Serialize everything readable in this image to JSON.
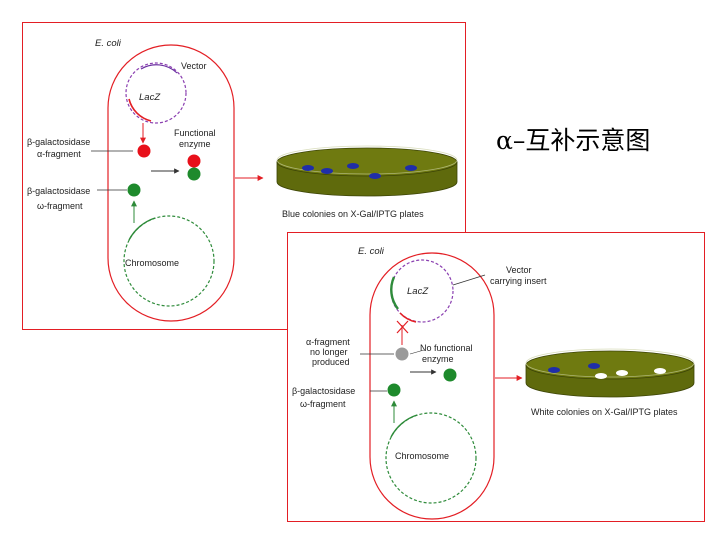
{
  "slide": {
    "title": "α–互补示意图"
  },
  "panel_a": {
    "organism": "E. coli",
    "vector_label": "Vector",
    "gene_label": "LacZ",
    "alpha_label_line1": "β-galactosidase",
    "alpha_label_line2": "α-fragment",
    "omega_label_line1": "β-galactosidase",
    "omega_label_line2": "ω-fragment",
    "enzyme_label_line1": "Functional",
    "enzyme_label_line2": "enzyme",
    "chromosome_label": "Chromosome",
    "plate_caption": "Blue colonies on X-Gal/IPTG plates",
    "colony_color": "#1f2ea8"
  },
  "panel_b": {
    "organism": "E. coli",
    "vector_label_line1": "Vector",
    "vector_label_line2": "carrying insert",
    "gene_label": "LacZ",
    "alpha_label_line1": "α-fragment",
    "alpha_label_line2": "no longer",
    "alpha_label_line3": "produced",
    "omega_label_line1": "β-galactosidase",
    "omega_label_line2": "ω-fragment",
    "enzyme_label_line1": "No functional",
    "enzyme_label_line2": "enzyme",
    "chromosome_label": "Chromosome",
    "plate_caption": "White colonies on X-Gal/IPTG plates",
    "colony_color": "#ffffff"
  },
  "colors": {
    "cell_outline": "#e31e24",
    "vector_circle": "#8a3fb0",
    "chromosome_circle": "#2e8b3a",
    "alpha_fragment": "#e8101a",
    "omega_fragment": "#1e8a2c",
    "blocked_fragment": "#9a9a9a",
    "agar": "#6f7a10",
    "arrow_red": "#e31e24",
    "arrow_green": "#2e8b3a"
  }
}
